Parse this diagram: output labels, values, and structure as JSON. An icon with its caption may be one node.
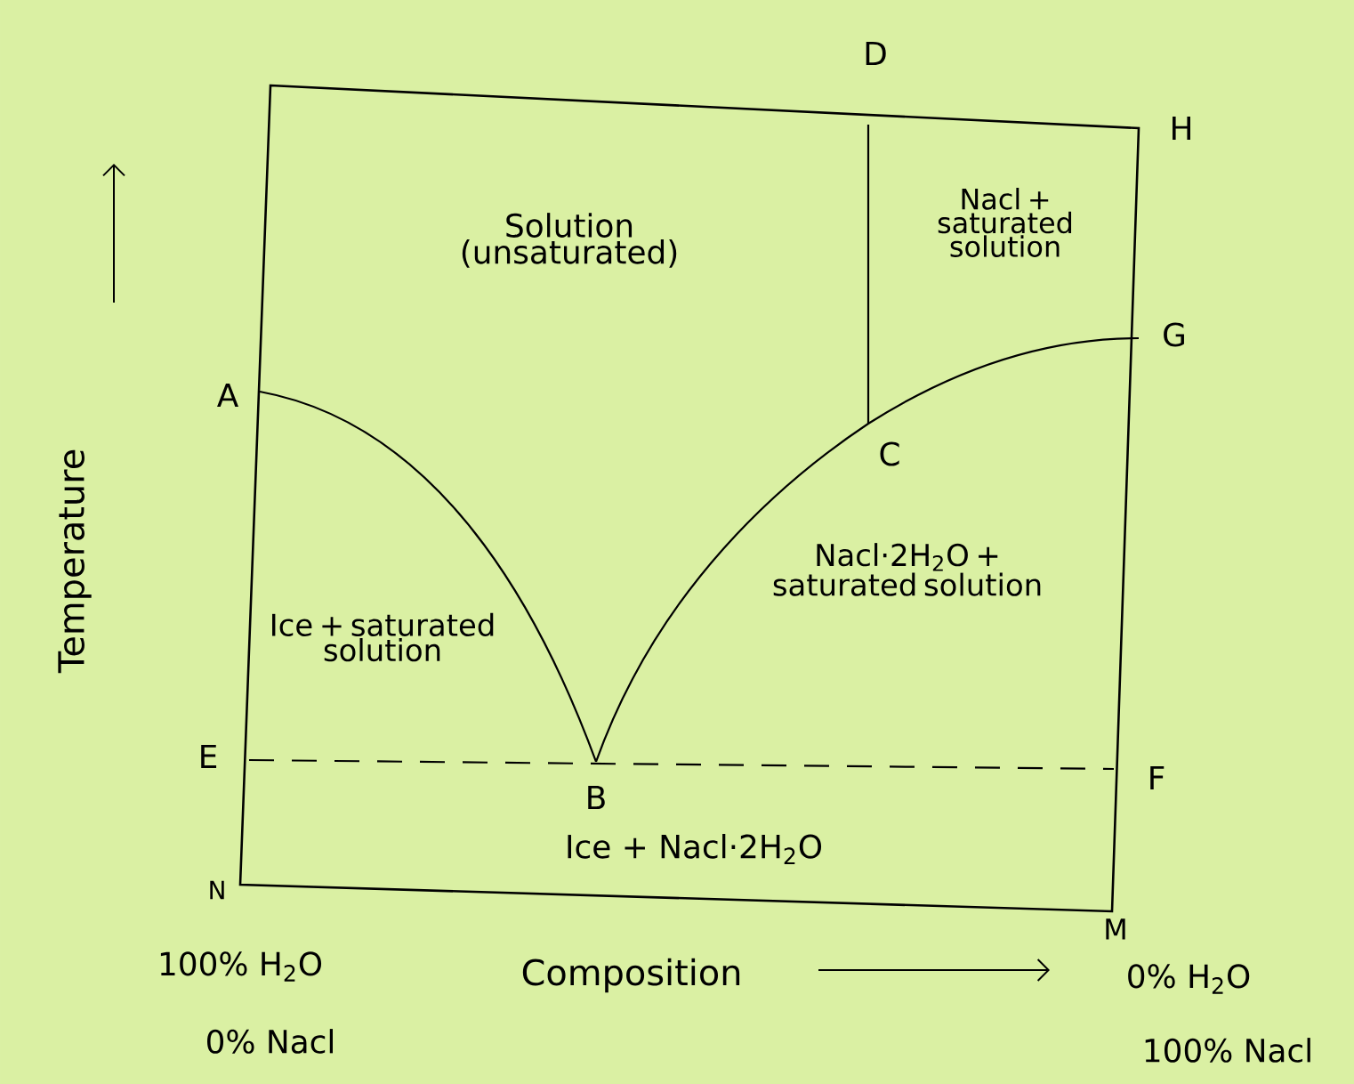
{
  "diagram": {
    "labels": [
      "D",
      "H",
      "Solution (unsaturated)",
      "Nacl + saturated solution",
      "G",
      "A",
      "C",
      "Temperature",
      "Nacl·2H$_{2}$O + saturated solution",
      "Ice + saturated solution",
      "E",
      "B",
      "F",
      "Ice + Nacl·2H$_{2}$O",
      "N",
      "M",
      "100% H$_{2}$O",
      "Composition",
      "0% H$_{2}$O",
      "0% Nacl",
      "100% Nacl"
    ]
  }
}
